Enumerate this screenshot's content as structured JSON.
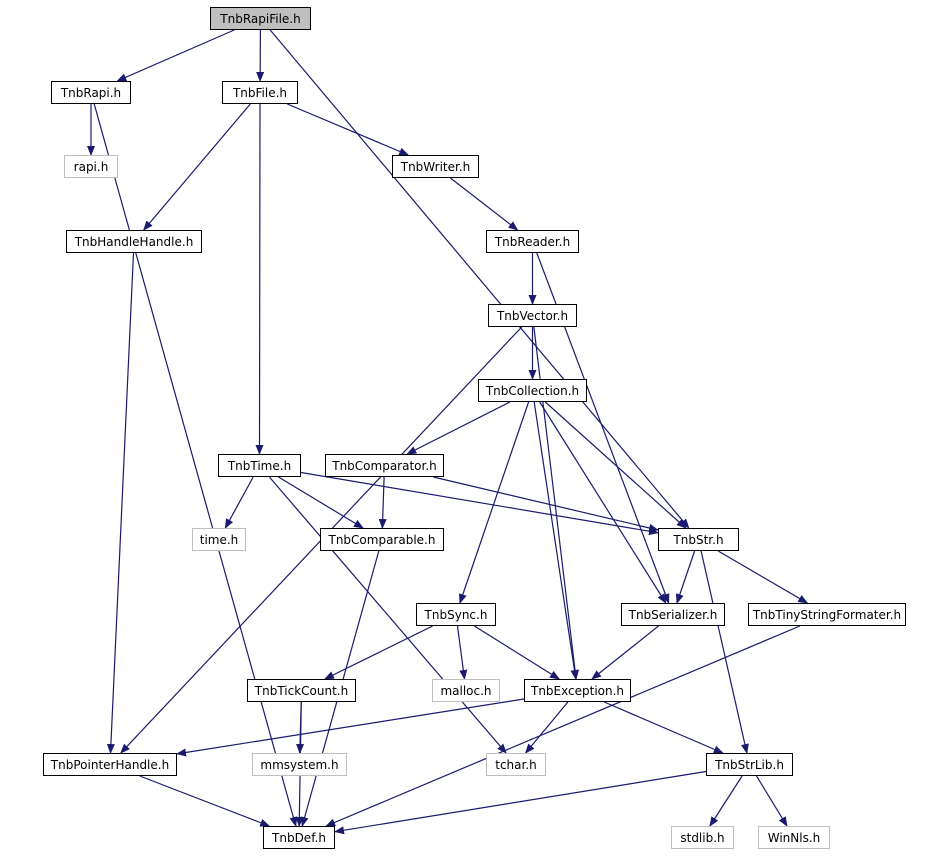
{
  "graph": {
    "edge_color": "#1a1a6e",
    "nodes": {
      "tnbrapifile": "TnbRapiFile.h",
      "tnbrapi": "TnbRapi.h",
      "tnbfile": "TnbFile.h",
      "rapi": "rapi.h",
      "tnbwriter": "TnbWriter.h",
      "tnbhandlehandle": "TnbHandleHandle.h",
      "tnbreader": "TnbReader.h",
      "tnbvector": "TnbVector.h",
      "tnbcollection": "TnbCollection.h",
      "tnbtime": "TnbTime.h",
      "tnbcomparator": "TnbComparator.h",
      "time": "time.h",
      "tnbcomparable": "TnbComparable.h",
      "tnbstr": "TnbStr.h",
      "tnbsync": "TnbSync.h",
      "tnbserializer": "TnbSerializer.h",
      "tnbtinystringformater": "TnbTinyStringFormater.h",
      "tnbtickcount": "TnbTickCount.h",
      "malloc": "malloc.h",
      "tnbexception": "TnbException.h",
      "tnbpointerhandle": "TnbPointerHandle.h",
      "mmsystem": "mmsystem.h",
      "tchar": "tchar.h",
      "tnbstrlib": "TnbStrLib.h",
      "tnbdef": "TnbDef.h",
      "stdlib": "stdlib.h",
      "winnls": "WinNls.h"
    },
    "edges": [
      [
        "tnbrapifile",
        "tnbrapi"
      ],
      [
        "tnbrapifile",
        "tnbfile"
      ],
      [
        "tnbrapifile",
        "tnbstr"
      ],
      [
        "tnbrapi",
        "rapi"
      ],
      [
        "tnbrapi",
        "tnbdef"
      ],
      [
        "tnbfile",
        "tnbwriter"
      ],
      [
        "tnbfile",
        "tnbhandlehandle"
      ],
      [
        "tnbfile",
        "tnbtime"
      ],
      [
        "tnbwriter",
        "tnbreader"
      ],
      [
        "tnbhandlehandle",
        "tnbpointerhandle"
      ],
      [
        "tnbreader",
        "tnbvector"
      ],
      [
        "tnbreader",
        "tnbserializer"
      ],
      [
        "tnbvector",
        "tnbcollection"
      ],
      [
        "tnbvector",
        "tnbpointerhandle"
      ],
      [
        "tnbvector",
        "tnbexception"
      ],
      [
        "tnbcollection",
        "tnbcomparator"
      ],
      [
        "tnbcollection",
        "tnbstr"
      ],
      [
        "tnbcollection",
        "tnbsync"
      ],
      [
        "tnbcollection",
        "tnbexception"
      ],
      [
        "tnbcollection",
        "tnbserializer"
      ],
      [
        "tnbtime",
        "time"
      ],
      [
        "tnbtime",
        "tnbcomparable"
      ],
      [
        "tnbtime",
        "tnbstr"
      ],
      [
        "tnbtime",
        "tchar"
      ],
      [
        "tnbcomparator",
        "tnbcomparable"
      ],
      [
        "tnbcomparator",
        "tnbstr"
      ],
      [
        "tnbcomparable",
        "tnbdef"
      ],
      [
        "tnbstr",
        "tnbserializer"
      ],
      [
        "tnbstr",
        "tnbtinystringformater"
      ],
      [
        "tnbstr",
        "tnbstrlib"
      ],
      [
        "tnbsync",
        "tnbtickcount"
      ],
      [
        "tnbsync",
        "malloc"
      ],
      [
        "tnbsync",
        "tnbexception"
      ],
      [
        "tnbserializer",
        "tnbexception"
      ],
      [
        "tnbtinystringformater",
        "tnbdef"
      ],
      [
        "tnbtickcount",
        "mmsystem"
      ],
      [
        "tnbtickcount",
        "tnbdef"
      ],
      [
        "tnbexception",
        "tnbpointerhandle"
      ],
      [
        "tnbexception",
        "tchar"
      ],
      [
        "tnbexception",
        "tnbstrlib"
      ],
      [
        "tnbpointerhandle",
        "tnbdef"
      ],
      [
        "tnbstrlib",
        "tnbdef"
      ],
      [
        "tnbstrlib",
        "stdlib"
      ],
      [
        "tnbstrlib",
        "winnls"
      ]
    ]
  }
}
